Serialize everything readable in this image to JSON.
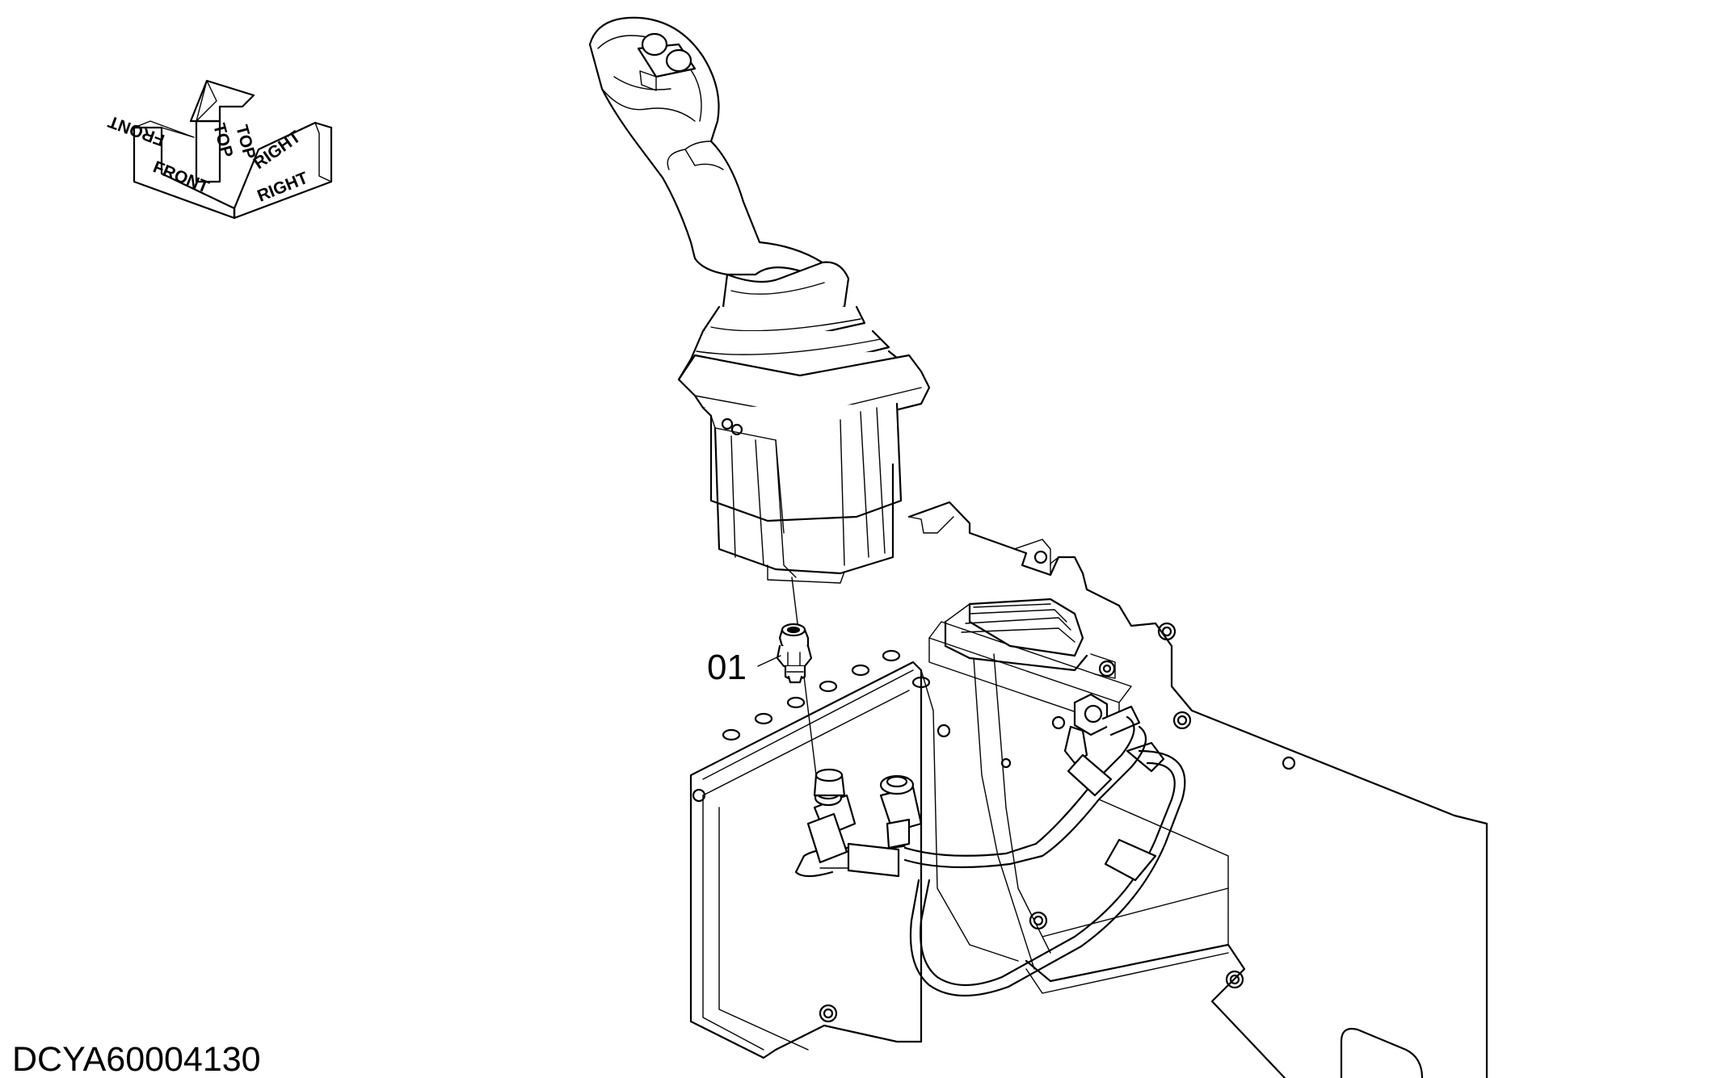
{
  "orientation": {
    "front": "FRONT",
    "top": "TOP",
    "right": "RIGHT"
  },
  "callouts": [
    {
      "label": "01"
    }
  ],
  "drawing_id": "DCYA60004130"
}
